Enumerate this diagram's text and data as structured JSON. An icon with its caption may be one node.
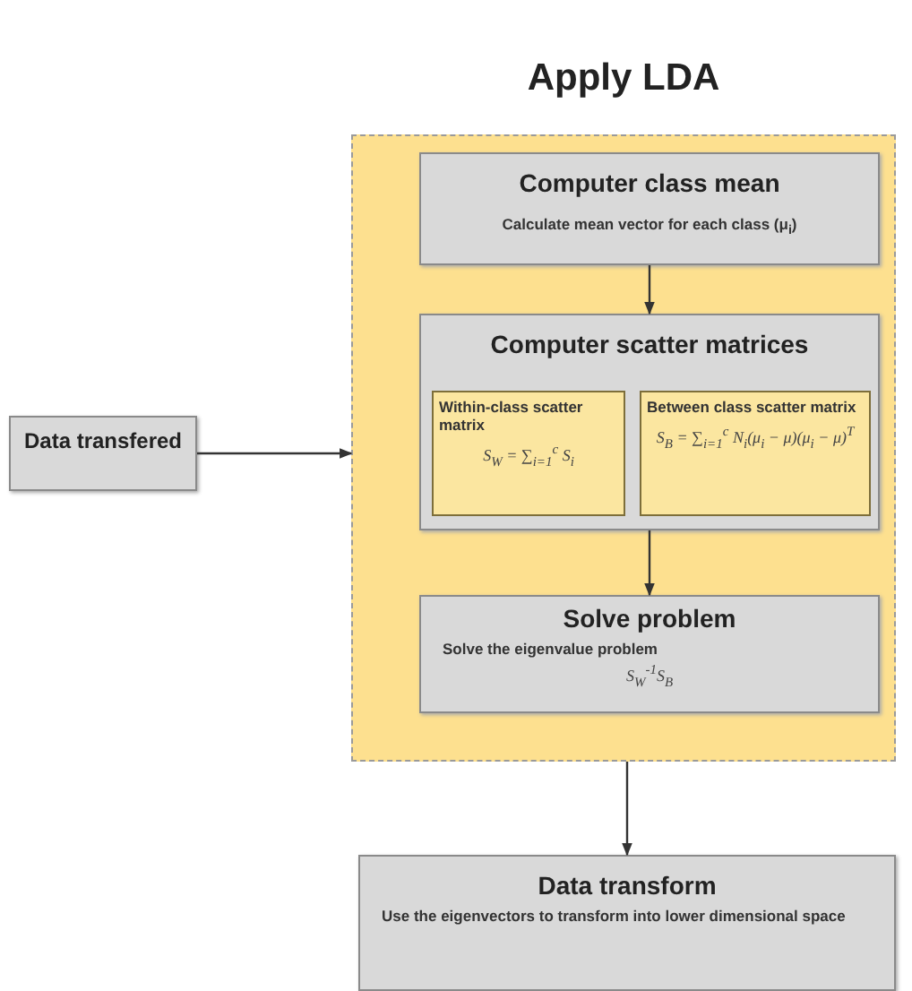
{
  "diagram": {
    "nodes": [
      {
        "text": [
          "Data transfered"
        ]
      },
      {
        "text": [
          "Apply LDA"
        ]
      },
      {
        "text": [
          "Computer class mean",
          "Calculate mean vector for each class (μ$_{i}$)"
        ],
        "in": 1
      },
      {
        "text": [
          "Computer scatter matrices"
        ],
        "in": 1
      },
      {
        "text": [
          "Within-class scatter matrix",
          "S$_{W}$ = ∑$_{i=1}$$^{c}$ S$_{i}$"
        ],
        "in": 3
      },
      {
        "text": [
          "Between class scatter matrix",
          "S$_{B}$ = ∑$_{i=1}$$^{c}$ N$_{i}$(μ$_{i}$ − μ)(μ$_{i}$ − μ)$^{T}$"
        ],
        "in": 3
      },
      {
        "text": [
          "Solve problem",
          "Solve the eigenvalue problem",
          "S$_{W}$$^{-1}$S$_{B}$"
        ],
        "in": 1
      },
      {
        "text": [
          "Data transform",
          "Use the eigenvectors to transform into lower dimensional space"
        ]
      }
    ],
    "edges": [
      {
        "from": 0,
        "to": 1,
        "arrow": "to"
      },
      {
        "from": 2,
        "to": 3,
        "arrow": "to"
      },
      {
        "from": 3,
        "to": 6,
        "arrow": "to"
      },
      {
        "from": 1,
        "to": 7,
        "arrow": "to"
      }
    ]
  }
}
